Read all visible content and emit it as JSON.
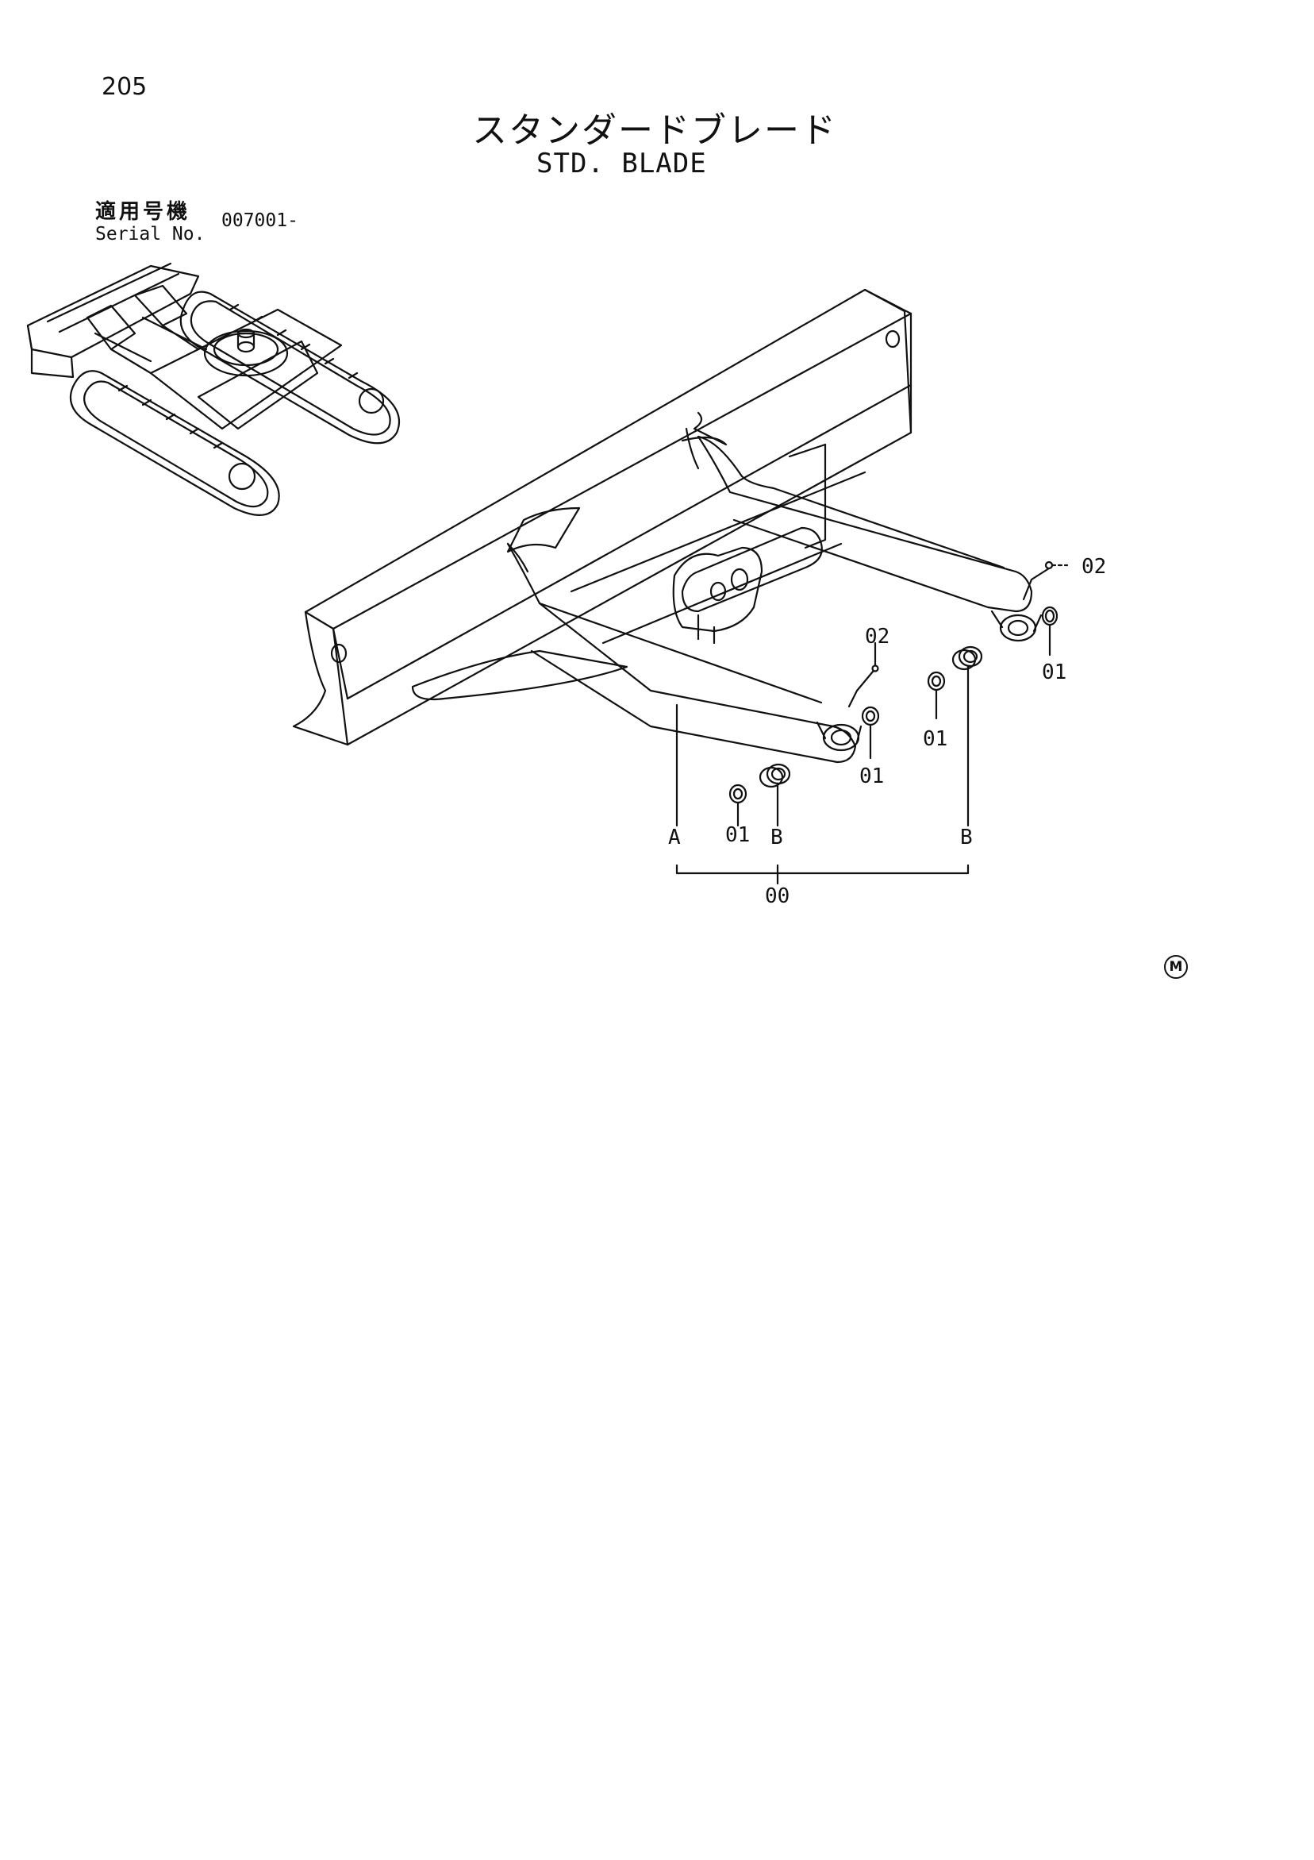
{
  "page_number": "205",
  "title_jp": "スタンダードブレード",
  "title_en": "STD. BLADE",
  "serial": {
    "label_jp": "適用号機",
    "label_en": "Serial No.",
    "value": "007001-"
  },
  "callouts": {
    "c02_right": "02",
    "c01_right": "01",
    "c02_mid": "02",
    "c01_mid_upper": "01",
    "c01_mid_lower": "01",
    "c01_bottom": "01",
    "b_left": "B",
    "b_right": "B",
    "a_left": "A",
    "assembly": "00"
  },
  "mark": "M"
}
